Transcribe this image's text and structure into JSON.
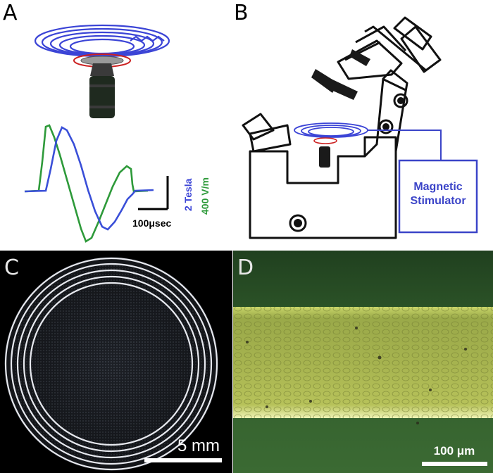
{
  "panels": {
    "a": {
      "label": "A",
      "scale_field": "2 Tesla",
      "scale_voltage": "400 V/m",
      "scale_time": "100μsec",
      "colors": {
        "coil": "#3b44d6",
        "field_trace": "#3a4fd8",
        "voltage_trace": "#2e9a3a",
        "ring": "#cc2222"
      }
    },
    "b": {
      "label": "B",
      "stimulator_line1": "Magnetic",
      "stimulator_line2": "Stimulator",
      "colors": {
        "stimulator": "#3b44c8",
        "microscope": "#111111"
      }
    },
    "c": {
      "label": "C",
      "scale": "5 mm"
    },
    "d": {
      "label": "D",
      "scale": "100 μm",
      "colors": {
        "background": "#2f5a2a",
        "tissue": "#a7b84e"
      }
    }
  }
}
